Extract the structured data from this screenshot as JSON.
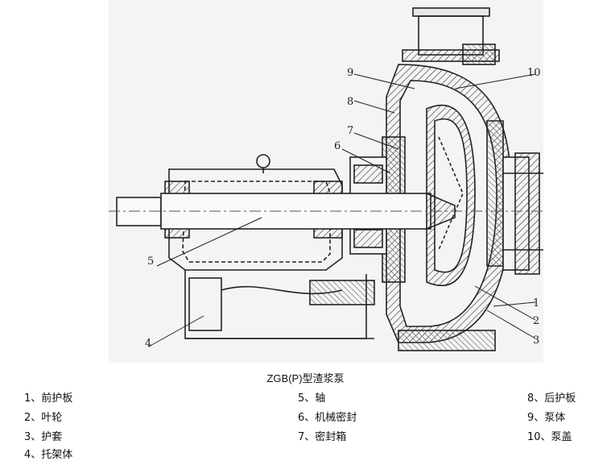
{
  "figure": {
    "caption": "ZGB(P)型渣浆泵",
    "callouts": [
      "1",
      "2",
      "3",
      "4",
      "5",
      "6",
      "7",
      "8",
      "9",
      "10"
    ]
  },
  "legend": [
    {
      "text": "1、前护板"
    },
    {
      "text": "2、叶轮"
    },
    {
      "text": "3、护套"
    },
    {
      "text": "4、托架体"
    },
    {
      "text": "5、轴"
    },
    {
      "text": "6、机械密封"
    },
    {
      "text": "7、密封箱"
    },
    {
      "text": "8、后护板"
    },
    {
      "text": "9、泵体"
    },
    {
      "text": "10、泵盖"
    }
  ]
}
